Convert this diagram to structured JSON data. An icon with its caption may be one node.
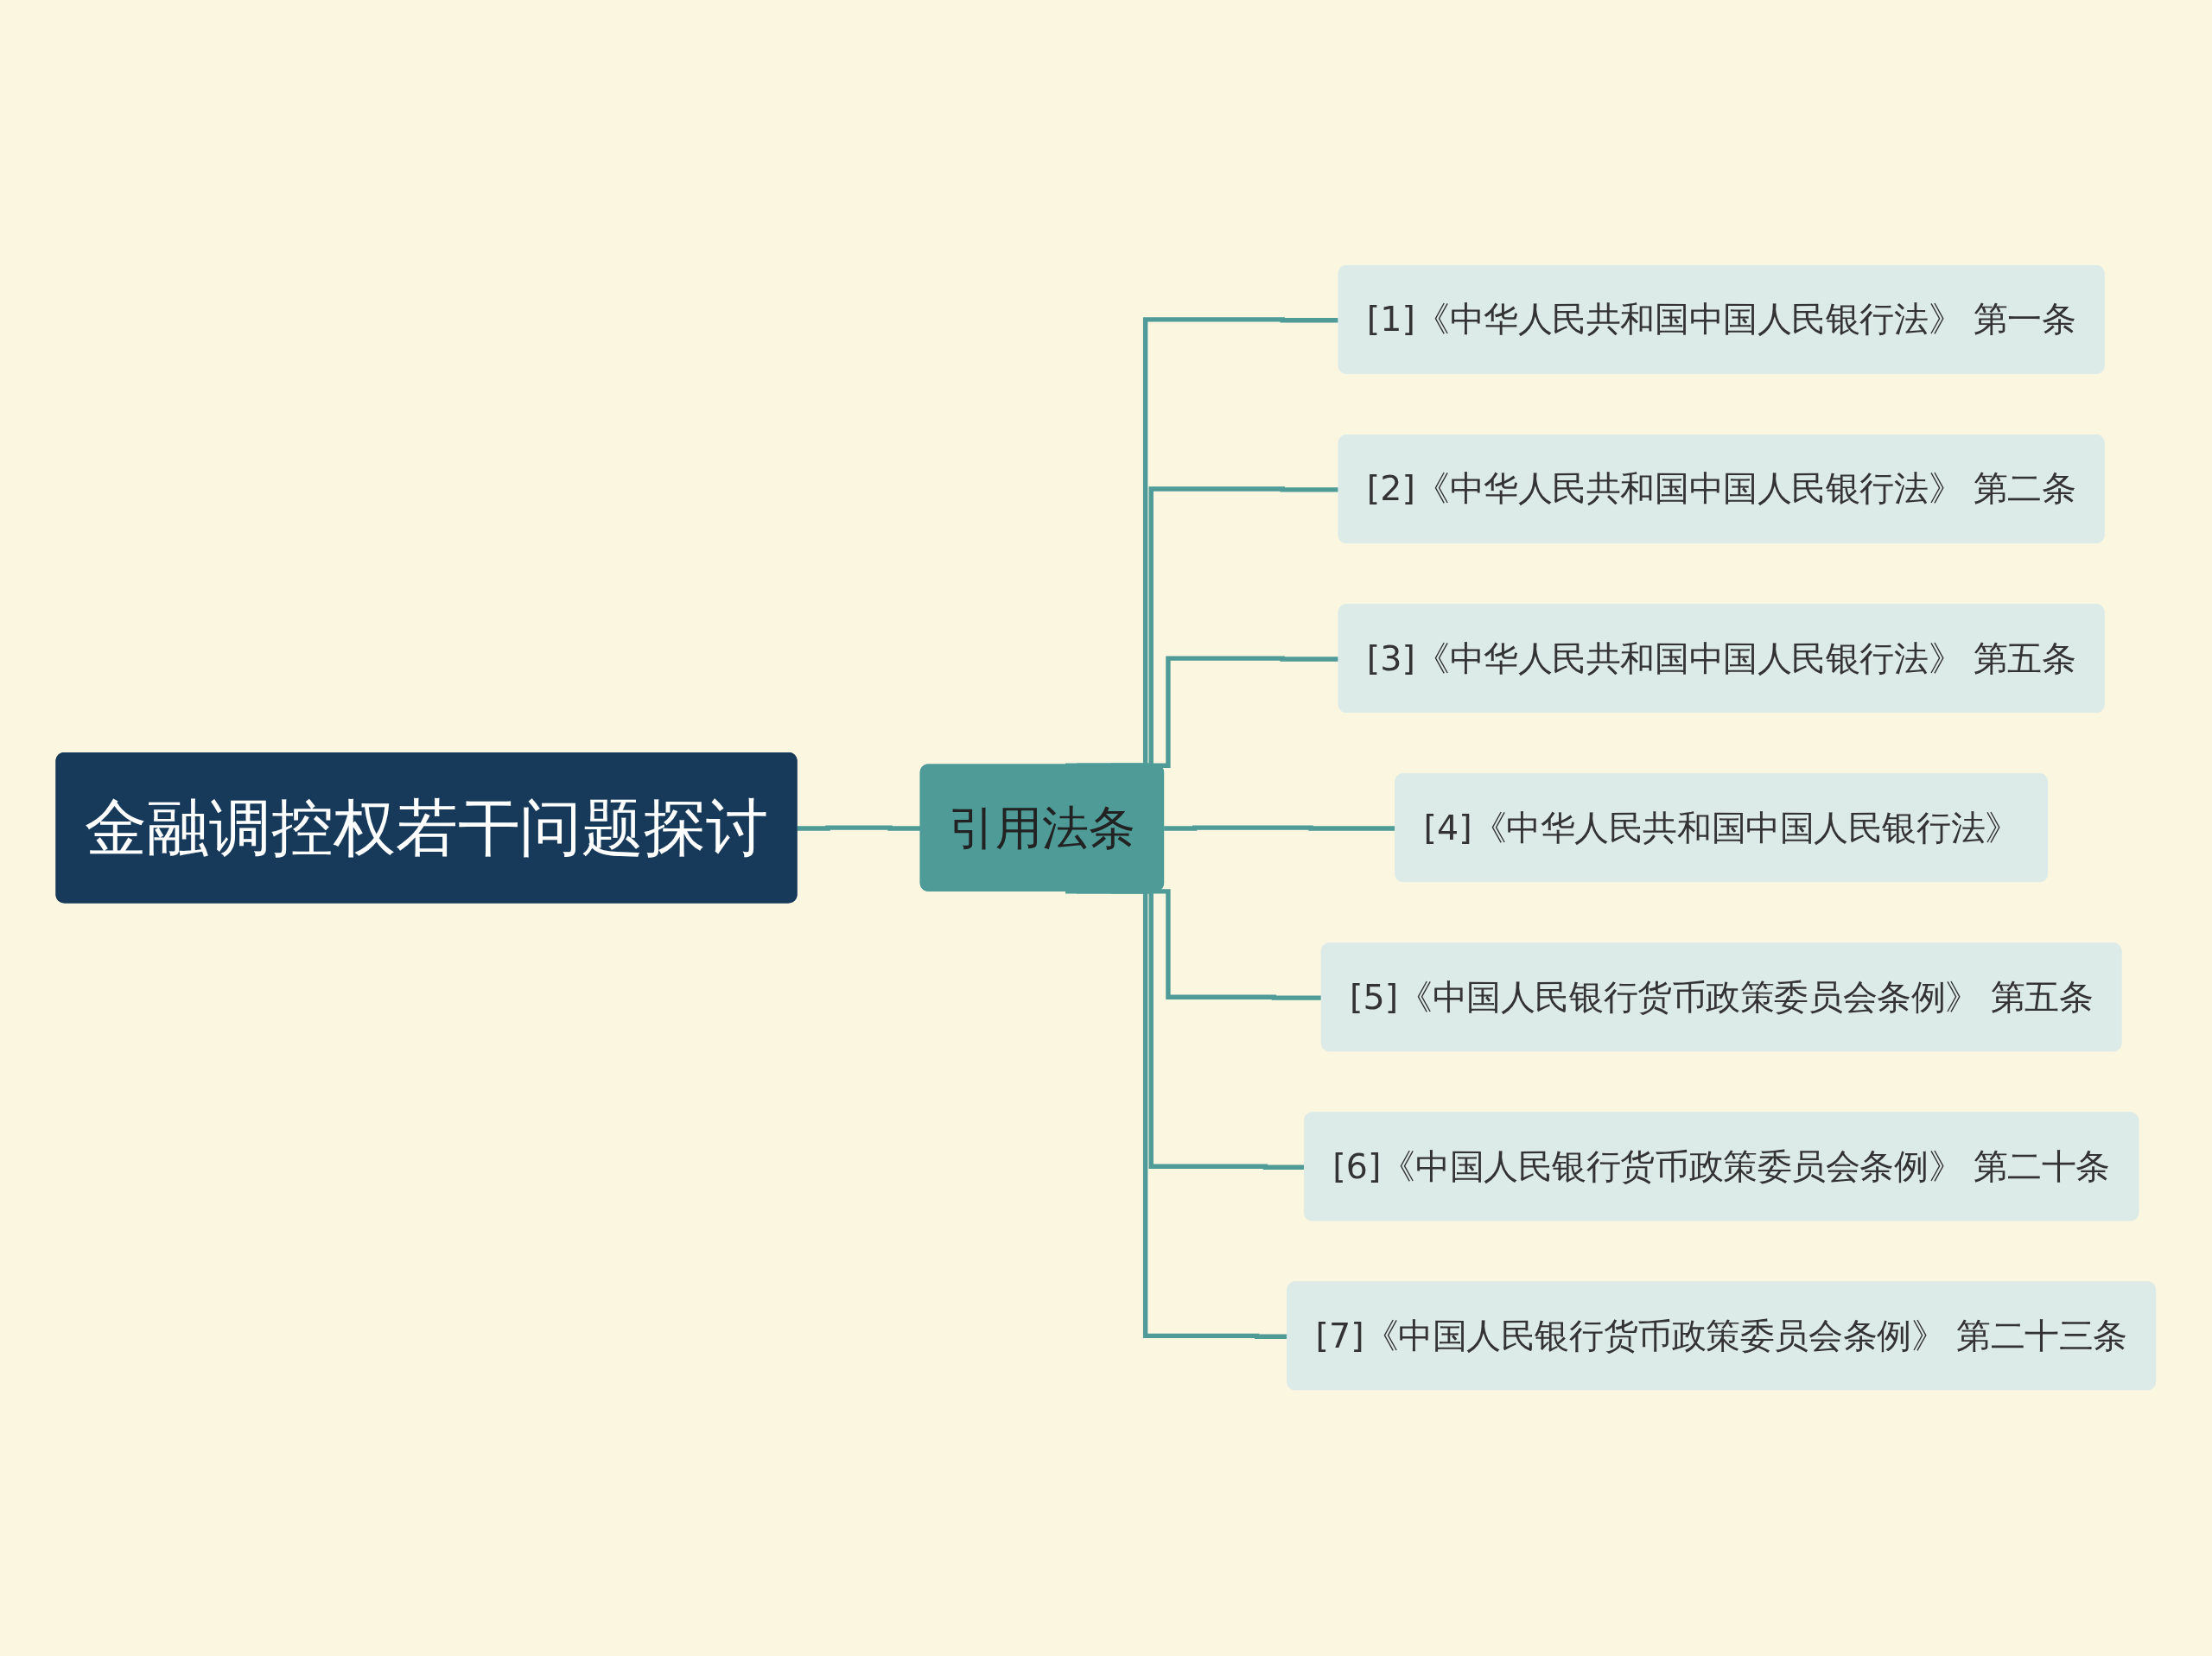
{
  "diagram": {
    "nodes": [
      {
        "text": [
          "金融调控权若干问题探讨"
        ]
      },
      {
        "text": [
          "引用法条"
        ]
      },
      {
        "text": [
          "[1]《中华人民共和国中国人民银行法》 第一条"
        ]
      },
      {
        "text": [
          "[2]《中华人民共和国中国人民银行法》 第二条"
        ]
      },
      {
        "text": [
          "[3]《中华人民共和国中国人民银行法》 第五条"
        ]
      },
      {
        "text": [
          "[4]《中华人民共和国中国人民银行法》"
        ]
      },
      {
        "text": [
          "[5]《中国人民银行货币政策委员会条例》 第五条"
        ]
      },
      {
        "text": [
          "[6]《中国人民银行货币政策委员会条例》 第二十条"
        ]
      },
      {
        "text": [
          "[7]《中国人民银行货币政策委员会条例》 第二十三条"
        ]
      }
    ],
    "edges": [
      {
        "from": 0,
        "to": 1,
        "arrow": "none"
      },
      {
        "from": 1,
        "to": 2,
        "arrow": "none"
      },
      {
        "from": 1,
        "to": 3,
        "arrow": "none"
      },
      {
        "from": 1,
        "to": 4,
        "arrow": "none"
      },
      {
        "from": 1,
        "to": 5,
        "arrow": "none"
      },
      {
        "from": 1,
        "to": 6,
        "arrow": "none"
      },
      {
        "from": 1,
        "to": 7,
        "arrow": "none"
      },
      {
        "from": 1,
        "to": 8,
        "arrow": "none"
      }
    ]
  }
}
